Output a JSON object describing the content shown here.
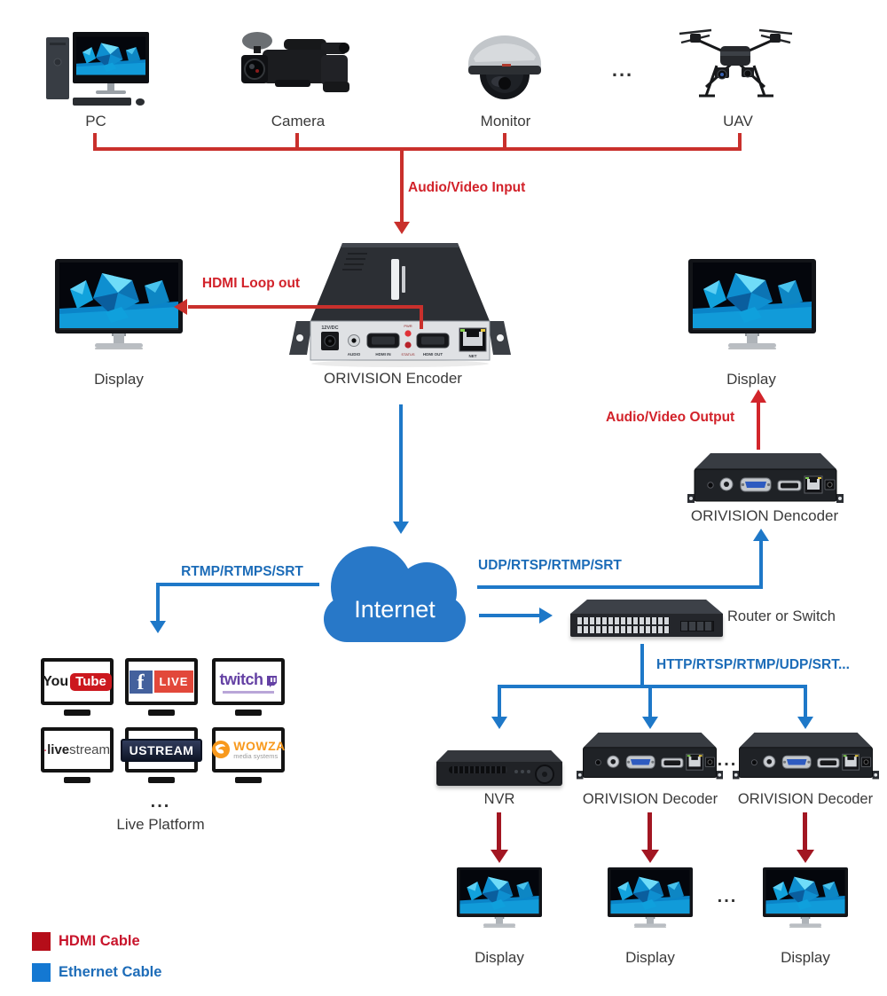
{
  "colors": {
    "hdmi_line": "#c9302c",
    "hdmi_text": "#d2222a",
    "hdmi_dark_arrow": "#a21622",
    "ethernet_line": "#1e78c8",
    "ethernet_text": "#1c6cb8",
    "cloud": "#2878c8",
    "legend_hdmi": "#b50d19",
    "legend_ethernet": "#1478d2"
  },
  "sources": {
    "pc": "PC",
    "camera": "Camera",
    "monitor": "Monitor",
    "uav": "UAV",
    "ellipsis": "..."
  },
  "flow": {
    "audio_video_input": "Audio/Video Input",
    "hdmi_loop_out": "HDMI Loop out",
    "audio_video_output": "Audio/Video Output",
    "rtmp": "RTMP/RTMPS/SRT",
    "udp": "UDP/RTSP/RTMP/SRT",
    "http": "HTTP/RTSP/RTMP/UDP/SRT...",
    "internet": "Internet",
    "router": "Router or Switch"
  },
  "encoder": {
    "label": "ORIVISION Encoder",
    "ports": {
      "power": "12V/DC",
      "audio": "AUDIO",
      "hdmi_in": "HDMI IN",
      "pwr_led": "PWR",
      "status_led": "STATUS",
      "hdmi_out": "HDMI OUT",
      "net": "NET"
    }
  },
  "dencoder": {
    "label": "ORIVISION Dencoder"
  },
  "decoders": {
    "label": "ORIVISION Decoder",
    "ellipsis": "..."
  },
  "nvr": {
    "label": "NVR"
  },
  "displays": {
    "label": "Display",
    "ellipsis": "..."
  },
  "platforms": {
    "caption": "Live Platform",
    "ellipsis": "...",
    "youtube": {
      "part1": "You",
      "part2": "Tube"
    },
    "facebook": {
      "icon": "f",
      "label": "LIVE"
    },
    "twitch": {
      "label": "twitch"
    },
    "livestream": {
      "part1": "live",
      "part2": "stream"
    },
    "ustream": {
      "label": "USTREAM"
    },
    "wowza": {
      "label": "WOWZA",
      "sub": "media systems"
    }
  },
  "legend": {
    "hdmi": {
      "label": "HDMI Cable",
      "color": "#b50d19"
    },
    "ethernet": {
      "label": "Ethernet Cable",
      "color": "#1478d2"
    }
  }
}
